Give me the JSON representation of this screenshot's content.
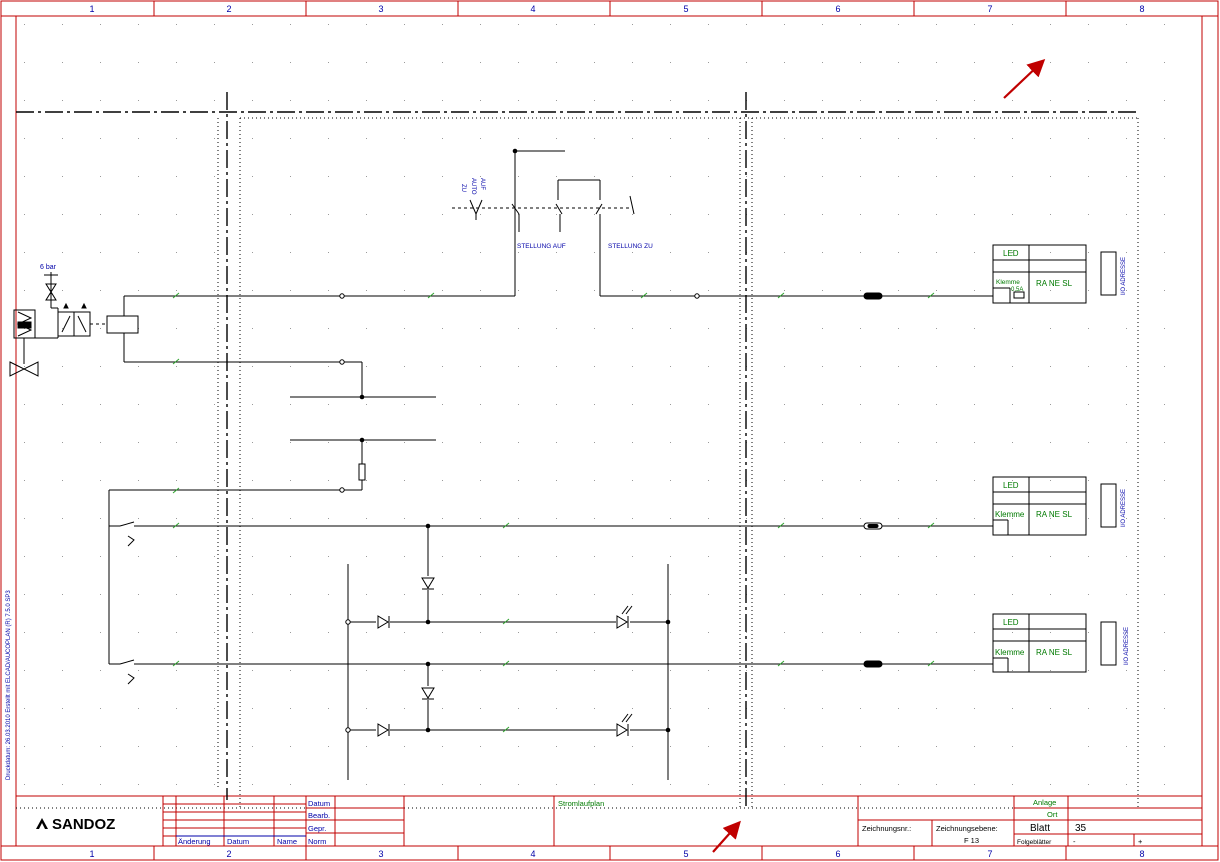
{
  "sheet": {
    "columns": [
      "1",
      "2",
      "3",
      "4",
      "5",
      "6",
      "7",
      "8"
    ],
    "side_note": "Druckdatum: 26.03.2010    Erstellt mit ELCAD/AUCOPLAN (R) 7.5.0 SP3"
  },
  "pneumatic": {
    "pressure_label": "6 bar"
  },
  "switch": {
    "auto_label": "AUTO",
    "auf_label": "AUF",
    "zu_label": "ZU",
    "stellung_auf": "STELLUNG AUF",
    "stellung_zu": "STELLUNG ZU"
  },
  "io_blocks": [
    {
      "led": "LED",
      "klemme": "Klemme",
      "fuse": "0,5A",
      "code": "RA NE SL",
      "address": "I/O ADRESSE"
    },
    {
      "led": "LED",
      "klemme": "Klemme",
      "fuse": "",
      "code": "RA NE SL",
      "address": "I/O ADRESSE"
    },
    {
      "led": "LED",
      "klemme": "Klemme",
      "fuse": "",
      "code": "RA NE SL",
      "address": "I/O ADRESSE"
    }
  ],
  "title_block": {
    "logo": "SANDOZ",
    "rev_headers": [
      "Änderung",
      "Datum",
      "Name",
      "Norm"
    ],
    "approval_labels": [
      "Datum",
      "Bearb.",
      "Gepr."
    ],
    "description": "Stromlaufplan",
    "zeichnungsnr_label": "Zeichnungsnr.:",
    "zeichnungsebene_label": "Zeichnungsebene:",
    "zeichnungsebene_value": "F 13",
    "anlage_label": "Anlage",
    "ort_label": "Ort",
    "blatt_label": "Blatt",
    "blatt_value": "35",
    "folgeblaetter_label": "Folgeblätter",
    "folge_minus": "-",
    "folge_plus": "+"
  }
}
